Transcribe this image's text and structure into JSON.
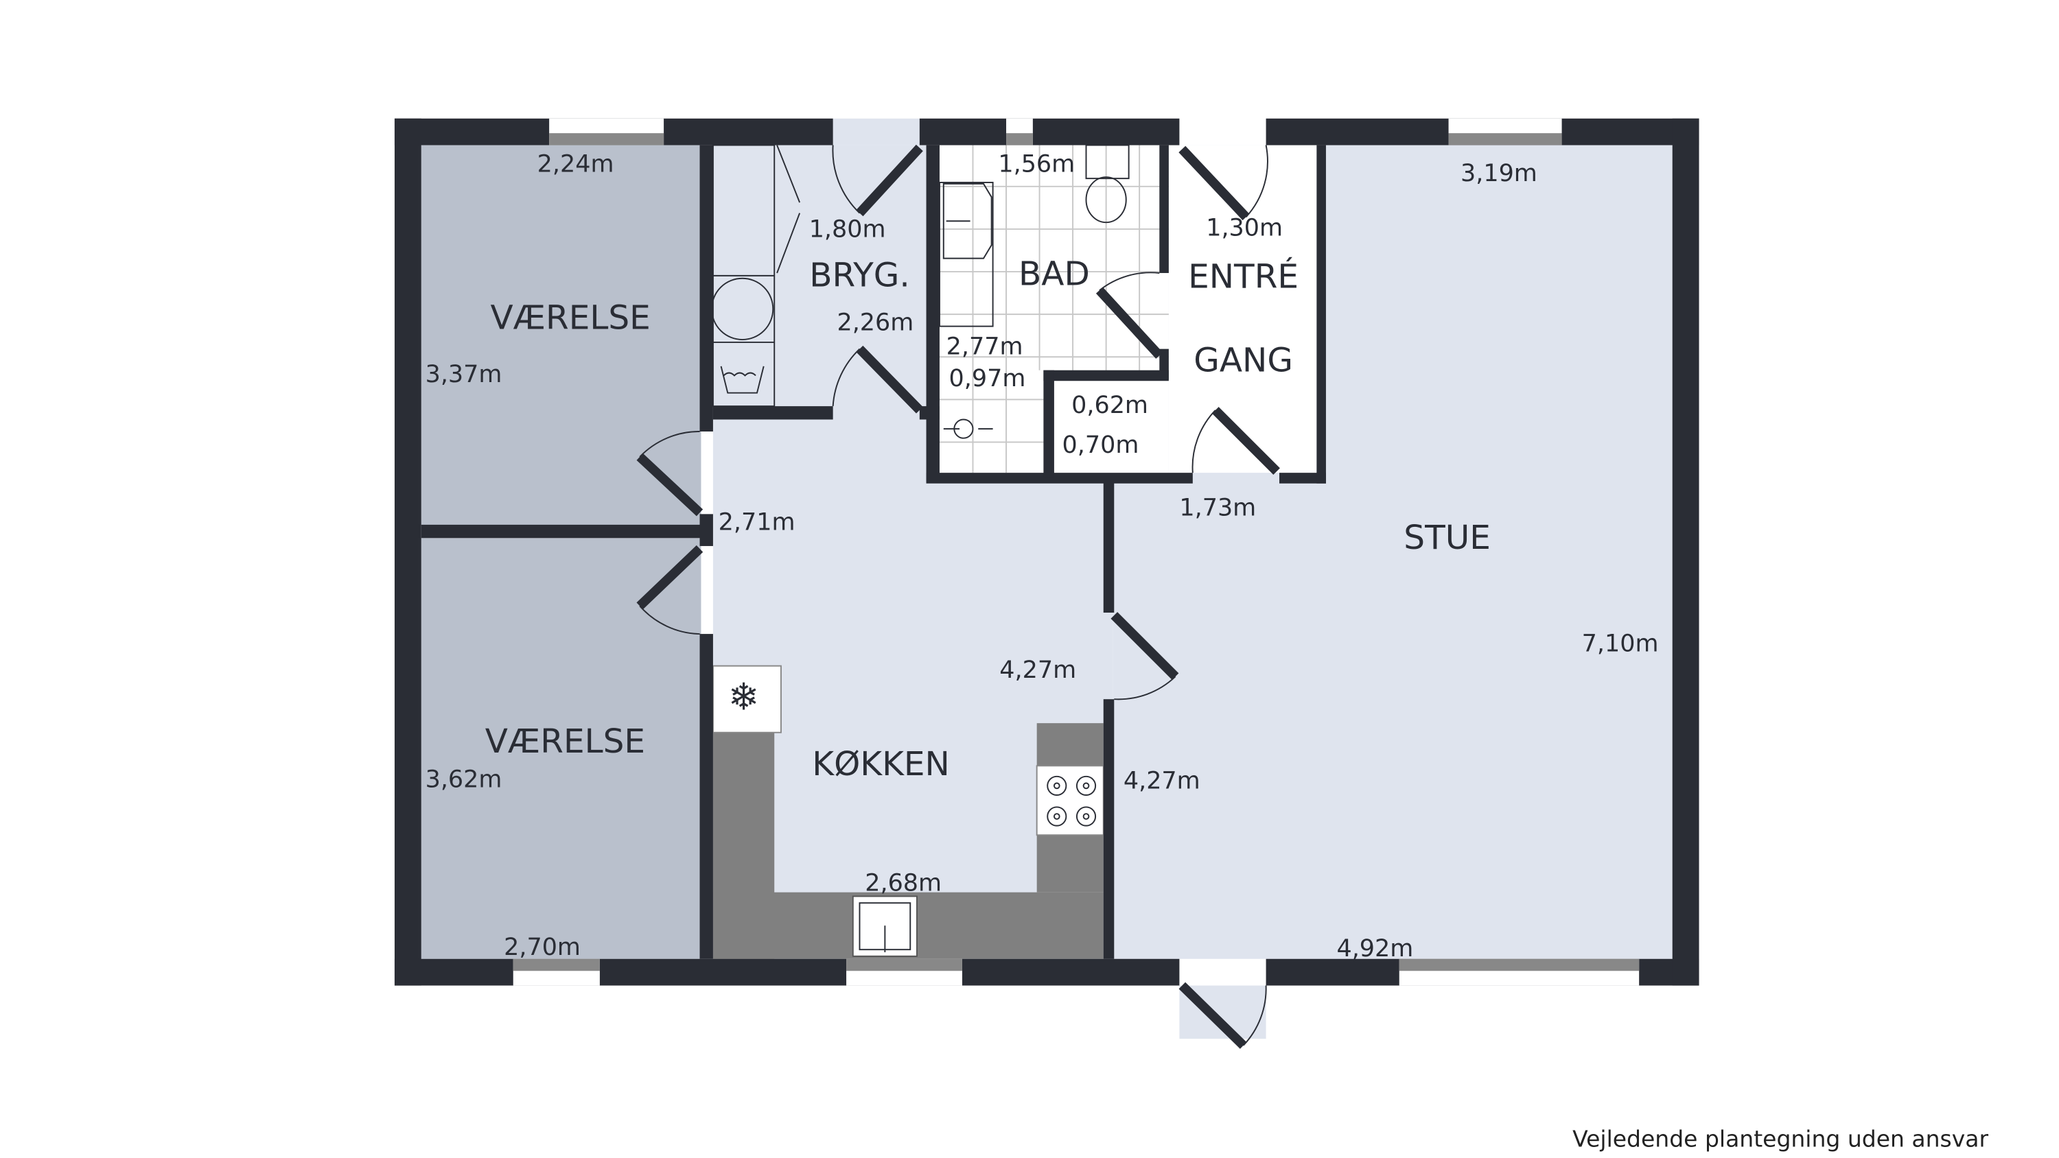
{
  "colors": {
    "wall": "#2a2d35",
    "bedroom": "#b9c0cc",
    "room": "#dfe4ee",
    "wet": "#ffffff",
    "counter": "#808080"
  },
  "rooms": {
    "vaerelse1": "VÆRELSE",
    "vaerelse2": "VÆRELSE",
    "bryg": "BRYG.",
    "bad": "BAD",
    "entre": "ENTRÉ",
    "gang": "GANG",
    "stue": "STUE",
    "kokken": "KØKKEN"
  },
  "dimensions": {
    "v1_width": "2,24m",
    "v1_depth": "3,37m",
    "v2_width": "2,70m",
    "v2_depth": "3,62m",
    "bryg_width": "1,80m",
    "bryg_depth": "2,26m",
    "bad_width": "1,56m",
    "bad_depth": "2,77m",
    "bad_small": "0,97m",
    "closet_width": "0,62m",
    "closet_depth": "0,70m",
    "entre_width": "1,30m",
    "gang_width": "1,73m",
    "stue_width": "3,19m",
    "stue_depth": "7,10m",
    "stue_bottom": "4,92m",
    "hall_width": "2,71m",
    "kitchen_depth": "4,27m",
    "kitchen_side": "4,27m",
    "kitchen_width": "2,68m"
  },
  "disclaimer": "Vejledende plantegning uden ansvar"
}
